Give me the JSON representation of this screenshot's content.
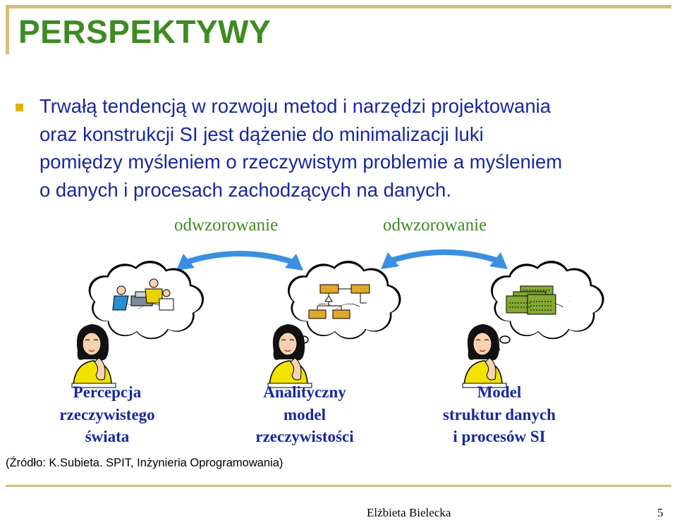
{
  "slide": {
    "title": "PERSPEKTYWY",
    "bullet_lines": [
      "Trwałą tendencją w rozwoju metod i narzędzi projektowania",
      "oraz konstrukcji SI jest dążenie do minimalizacji luki",
      "pomiędzy myśleniem o rzeczywistym problemie a myśleniem",
      "o danych i procesach zachodzących na danych."
    ],
    "mapping_labels": [
      "odwzorowanie",
      "odwzorowanie"
    ],
    "captions": [
      [
        "Percepcja",
        "rzeczywistego",
        "świata"
      ],
      [
        "Analityczny",
        "model",
        "rzeczywistości"
      ],
      [
        "Model",
        "struktur danych",
        "i procesów SI"
      ]
    ],
    "source": "(Źródło: K.Subieta. SPIT, Inżynieria Oprogramowania)",
    "footer": {
      "author": "Elżbieta Bielecka",
      "page": "5"
    }
  },
  "colors": {
    "title": "#3d8b22",
    "body_text": "#17279e",
    "bullet": "#ddb400",
    "rule": "#d4bf7e",
    "arrow": "#3b8fe0",
    "diagram_box": "#e2a62a",
    "table_box": "#85a832"
  },
  "icons": [
    "thought-cloud-icon",
    "thinking-woman-icon",
    "double-arrow-icon",
    "people-at-computer-icon",
    "flowchart-icon",
    "table-grid-icon"
  ]
}
